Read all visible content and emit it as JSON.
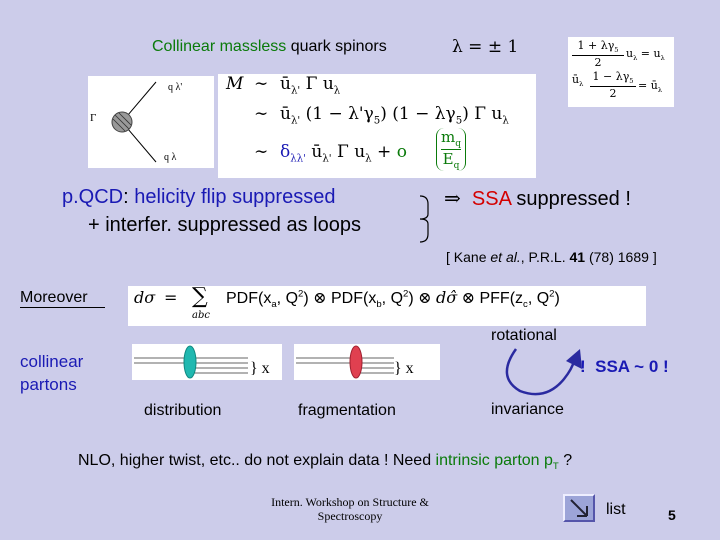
{
  "title": {
    "part1": "Collinear massless",
    "part2": " quark spinors",
    "lambda": "λ = ± 1"
  },
  "projector": {
    "line1_num": "1 + λγ",
    "line1_sub": "5",
    "line1_den": "2",
    "line1_rhs": "u",
    "line1_rhs_sub": "λ",
    "line1_eq": "= u",
    "line2_lhs": "ū",
    "line2_lhs_sub": "λ",
    "line2_num": "1 − λγ",
    "line2_sub": "5",
    "line2_den": "2",
    "line2_eq": "= ū",
    "line2_rhs_sub": "λ"
  },
  "vertex": {
    "gamma": "Γ",
    "q_top": "q λ'",
    "q_bottom": "q λ"
  },
  "equation": {
    "M": "M",
    "sim": "∼",
    "row1": "ū",
    "row1_sub": "λ'",
    "row1_mid": " Γ u",
    "row1_end_sub": "λ",
    "row2_a": "ū",
    "row2_a_sub": "λ'",
    "row2_b": " (1 − λ'γ",
    "row2_b_sub": "5",
    "row2_c": ") (1 − λγ",
    "row2_c_sub": "5",
    "row2_d": ") Γ u",
    "row2_end_sub": "λ",
    "row3_delta": "δ",
    "row3_delta_sub": "λλ'",
    "row3_mid": " ū",
    "row3_mid_sub": "λ'",
    "row3_gamma": " Γ u",
    "row3_gamma_sub": "λ",
    "row3_plus": " + ",
    "row3_o": "o",
    "row3_mq": "m",
    "row3_mq_sub": "q",
    "row3_eq": "E",
    "row3_eq_sub": "q"
  },
  "pqcd": {
    "label": "p.QCD",
    "colon": ": ",
    "helicity": "helicity flip suppressed",
    "line2": "+ interfer. suppressed as loops",
    "implies": "⇒",
    "ssa": "SSA",
    "ssa_rest": " suppressed !"
  },
  "reference": {
    "open": "[ ",
    "authors": "Kane ",
    "etal": "et al.",
    "journal": ", P.R.L. ",
    "volume": "41",
    "rest": " (78) 1689 ",
    "close": "]"
  },
  "moreover": {
    "label": "Moreover",
    "dsigma": "dσ",
    "eq": "=",
    "sum": "∑",
    "sum_sub": "abc",
    "pdf1": "PDF(x",
    "pdf1_sub": "a",
    "pdf1_rest": ", Q",
    "pdf1_sup": "2",
    "pdf1_end": ")",
    "otimes": "⊗",
    "pdf2": "PDF(x",
    "pdf2_sub": "b",
    "pdf2_rest": ", Q",
    "pdf2_sup": "2",
    "pdf2_end": ")",
    "dsighat": "dσ̂",
    "pff": "PFF(z",
    "pff_sub": "c",
    "pff_rest": ", Q",
    "pff_sup": "2",
    "pff_end": ")"
  },
  "partons": {
    "label_line1": "collinear",
    "label_line2": "partons",
    "x_left": "} x",
    "x_right": "} x",
    "distribution": "distribution",
    "fragmentation": "fragmentation"
  },
  "rotational": {
    "top": "rotational",
    "bottom": "invariance",
    "bang": "!",
    "result": "SSA ~ 0 !"
  },
  "nlo": {
    "text": "NLO, higher twist, etc.. do not explain data ! Need ",
    "intrinsic": "intrinsic parton p",
    "intrinsic_sub": "T",
    "end": " ?"
  },
  "footer": {
    "workshop_line1": "Intern. Workshop on Structure &",
    "workshop_line2": "Spectroscopy",
    "list": "list",
    "page": "5"
  },
  "colors": {
    "background": "#ccccea",
    "green": "#0a7a0a",
    "blue": "#1a1ab4",
    "red": "#d40000",
    "cyan_blob": "#20b8b0",
    "red_blob": "#e04050"
  }
}
